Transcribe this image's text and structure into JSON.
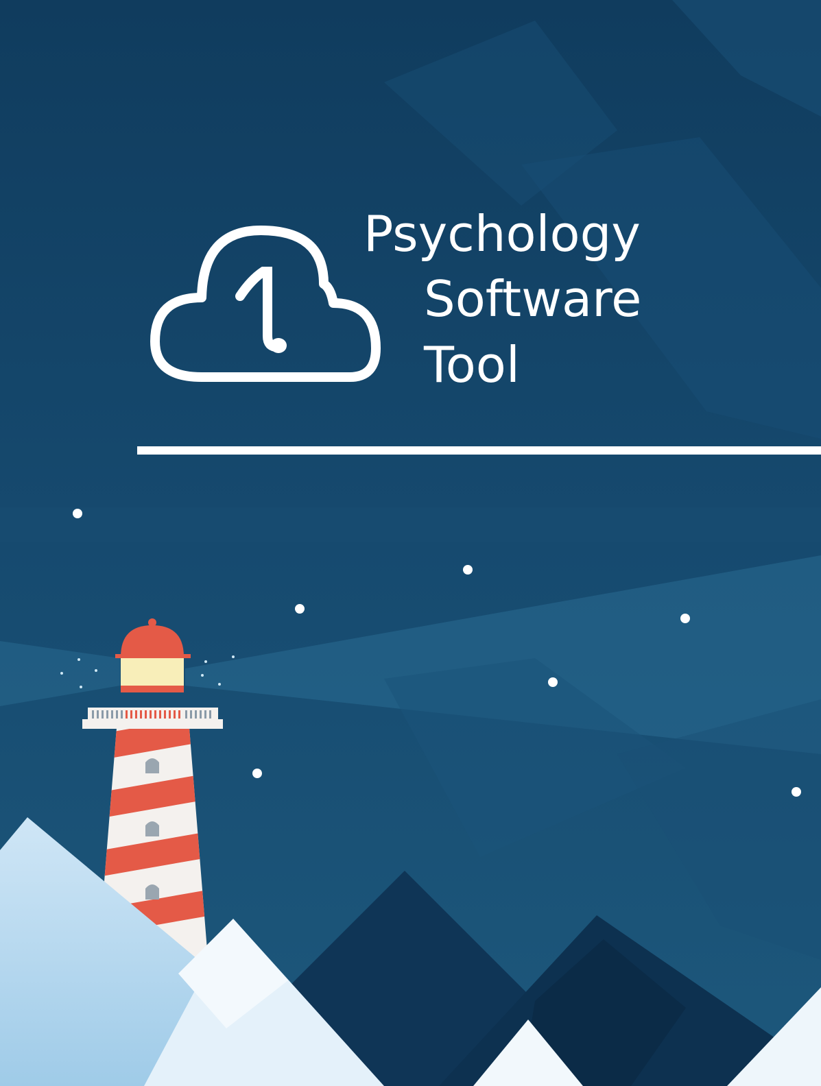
{
  "title_lines": [
    "Psychology",
    "Software",
    "Tool"
  ],
  "logo": {
    "icon": "cloud-note-icon",
    "color": "#ffffff"
  },
  "colors": {
    "sky_top": "#123f62",
    "sky_bottom": "#1c5478",
    "beam": "#2a6e95",
    "lighthouse_red": "#e45a47",
    "lighthouse_white": "#f4f1ee",
    "lamp": "#f8eeb9",
    "snow": "#d8ecf8",
    "dark_mountain": "#0f3655"
  }
}
